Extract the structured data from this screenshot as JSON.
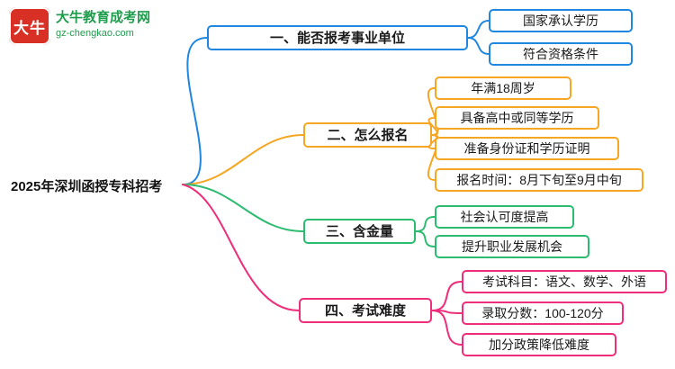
{
  "logo": {
    "mark": "大牛",
    "name": "大牛教育成考网",
    "domain": "gz-chengkao.com"
  },
  "root": {
    "label": "2025年深圳函授专科招考"
  },
  "colors": {
    "blue": "#1f87e0",
    "orange": "#f5a623",
    "green": "#2cbb70",
    "pink": "#ee2d7b",
    "logo_red": "#d93025",
    "logo_green": "#1f9d4d"
  },
  "branches": [
    {
      "label": "一、能否报考事业单位",
      "color": "blue",
      "children": [
        "国家承认学历",
        "符合资格条件"
      ]
    },
    {
      "label": "二、怎么报名",
      "color": "orange",
      "children": [
        "年满18周岁",
        "具备高中或同等学历",
        "准备身份证和学历证明",
        "报名时间：8月下旬至9月中旬"
      ]
    },
    {
      "label": "三、含金量",
      "color": "green",
      "children": [
        "社会认可度提高",
        "提升职业发展机会"
      ]
    },
    {
      "label": "四、考试难度",
      "color": "pink",
      "children": [
        "考试科目：语文、数学、外语",
        "录取分数：100-120分",
        "加分政策降低难度"
      ]
    }
  ]
}
